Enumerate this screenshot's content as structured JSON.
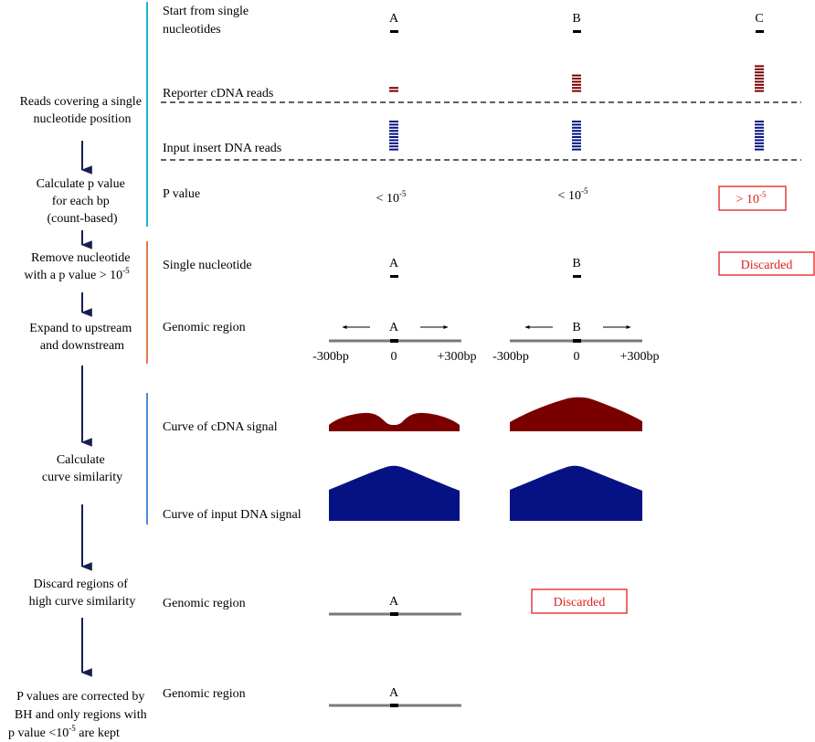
{
  "steps": {
    "s1": [
      "Reads covering a single",
      "nucleotide position"
    ],
    "s2": [
      "Calculate p value",
      "for each bp",
      "(count-based)"
    ],
    "s3": [
      "Remove nucleotide",
      "with a p value > 10",
      "-5"
    ],
    "s4": [
      "Expand  to upstream",
      "and downstream"
    ],
    "s5": [
      "Calculate",
      "curve similarity"
    ],
    "s6": [
      "Discard regions of",
      "high curve similarity"
    ],
    "s7": [
      "P values are corrected by",
      "BH and only regions with",
      "p value <10",
      "-5",
      " are kept"
    ]
  },
  "labels": {
    "start": [
      "Start from single",
      " nucleotides"
    ],
    "reporter": "Reporter cDNA  reads",
    "input": "Input insert DNA reads",
    "pvalue": "P value",
    "single": "Single nucleotide",
    "genomic1": "Genomic region",
    "cdna_curve": "Curve of cDNA signal",
    "dna_curve": "Curve of input DNA signal",
    "genomic2": "Genomic region",
    "genomic3": "Genomic region"
  },
  "sites": {
    "a": "A",
    "b": "B",
    "c": "C"
  },
  "pvals": {
    "a": [
      "< 10",
      "-5"
    ],
    "b": [
      "< 10",
      "-5"
    ],
    "c": [
      "> 10",
      "-5"
    ]
  },
  "discarded": "Discarded",
  "axis": {
    "left": "-300bp",
    "center": "0",
    "right": "+300bp"
  },
  "reads": {
    "cdna_counts": {
      "a": 2,
      "b": 6,
      "c": 9
    },
    "dna_counts": {
      "a": 10,
      "b": 10,
      "c": 10
    }
  },
  "colors": {
    "cdna": "#7a0000",
    "dna": "#061284",
    "highlight": "#e0201e",
    "bar_teal": "#19b6cf",
    "bar_orange": "#e37a4e",
    "bar_blue": "#4c8bd6",
    "arrow": "#14204f",
    "axis": "#7a7a7a"
  }
}
